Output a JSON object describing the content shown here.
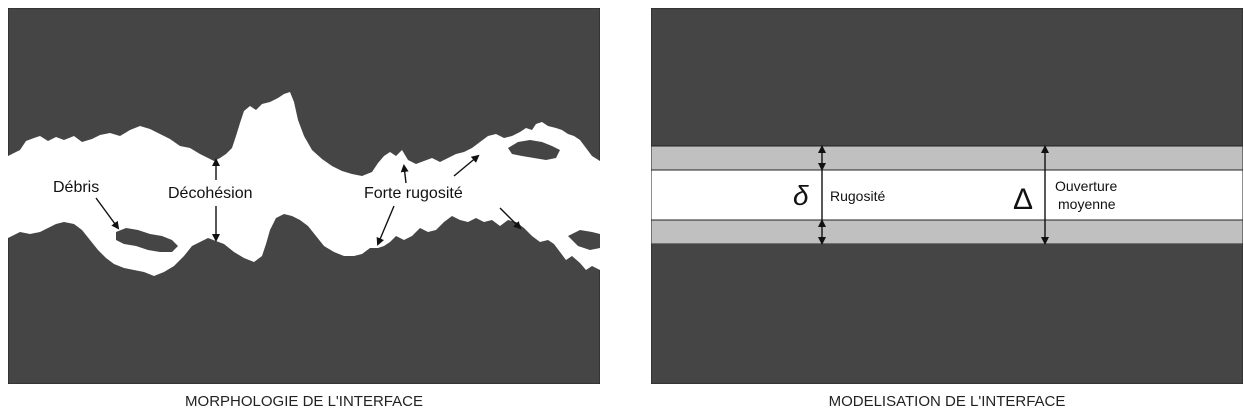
{
  "left_panel": {
    "caption": "MORPHOLOGIE DE L'INTERFACE",
    "labels": {
      "debris": "Débris",
      "decohesion": "Décohésion",
      "rugosite": "Forte rugosité"
    }
  },
  "right_panel": {
    "caption": "MODELISATION DE L'INTERFACE",
    "delta_small_symbol": "δ",
    "rugosity_label": "Rugosité",
    "delta_big_symbol": "Δ",
    "opening_label_line1": "Ouverture",
    "opening_label_line2": "moyenne"
  },
  "colors": {
    "solid": "#454545",
    "void": "#ffffff",
    "roughness_band": "#c0c0c0",
    "outline": "#222222"
  }
}
